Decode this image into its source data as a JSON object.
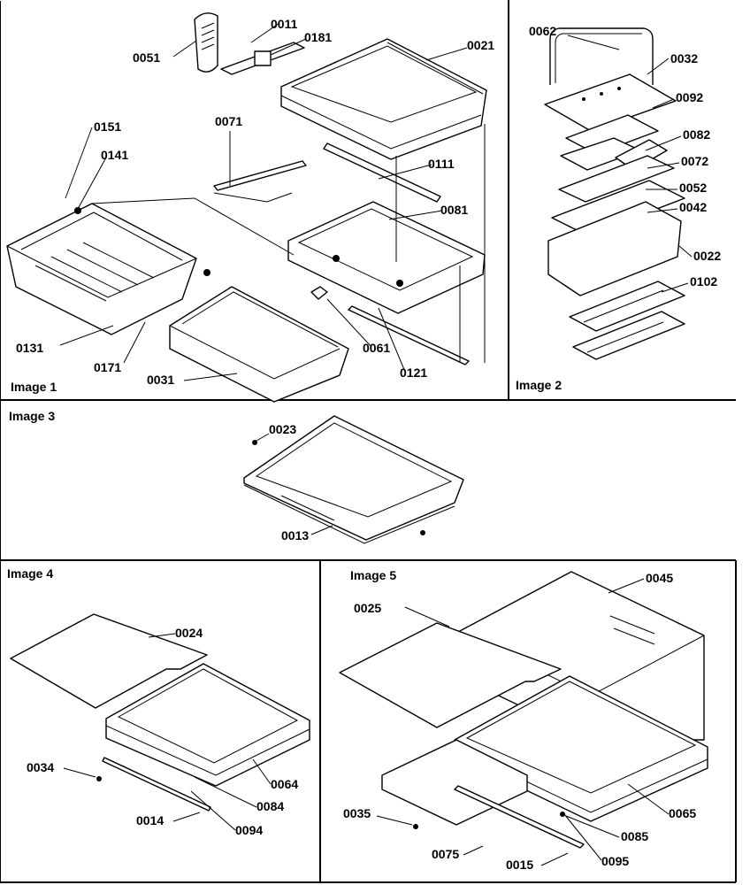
{
  "panels": [
    {
      "title": "Image 1"
    },
    {
      "title": "Image 2"
    },
    {
      "title": "Image 3"
    },
    {
      "title": "Image 4"
    },
    {
      "title": "Image 5"
    }
  ],
  "labels": {
    "p1": [
      "0051",
      "0011",
      "0181",
      "0021",
      "0071",
      "0151",
      "0141",
      "0111",
      "0081",
      "0131",
      "0171",
      "0031",
      "0061",
      "0121"
    ],
    "p2": [
      "0062",
      "0032",
      "0092",
      "0082",
      "0072",
      "0052",
      "0042",
      "0022",
      "0102"
    ],
    "p3": [
      "0023",
      "0013"
    ],
    "p4": [
      "0024",
      "0034",
      "0014",
      "0084",
      "0094",
      "0064"
    ],
    "p5": [
      "0045",
      "0025",
      "0035",
      "0075",
      "0015",
      "0085",
      "0095",
      "0065"
    ]
  }
}
